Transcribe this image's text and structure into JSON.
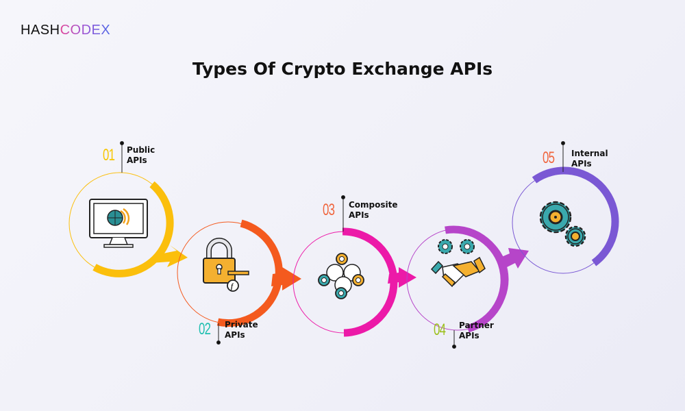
{
  "brand": {
    "part1": "HASH",
    "part2": "CODEX"
  },
  "title": "Types Of Crypto Exchange APIs",
  "steps": [
    {
      "number": "01",
      "line1": "Public",
      "line2": "APIs",
      "color": "#fbbf0c",
      "numColor": "#f7c600",
      "icon": "monitor-globe-icon"
    },
    {
      "number": "02",
      "line1": "Private",
      "line2": "APIs",
      "color": "#f45a1e",
      "numColor": "#1fbfb0",
      "icon": "padlock-key-icon"
    },
    {
      "number": "03",
      "line1": "Composite",
      "line2": "APIs",
      "color": "#ec1aa8",
      "numColor": "#f0643c",
      "icon": "network-nodes-icon"
    },
    {
      "number": "04",
      "line1": "Partner",
      "line2": "APIs",
      "color": "#b645c9",
      "numColor": "#9bbf1a",
      "icon": "handshake-gears-icon"
    },
    {
      "number": "05",
      "line1": "Internal",
      "line2": "APIs",
      "color": "#7a58d4",
      "numColor": "#f0643c",
      "icon": "gears-icon"
    }
  ]
}
